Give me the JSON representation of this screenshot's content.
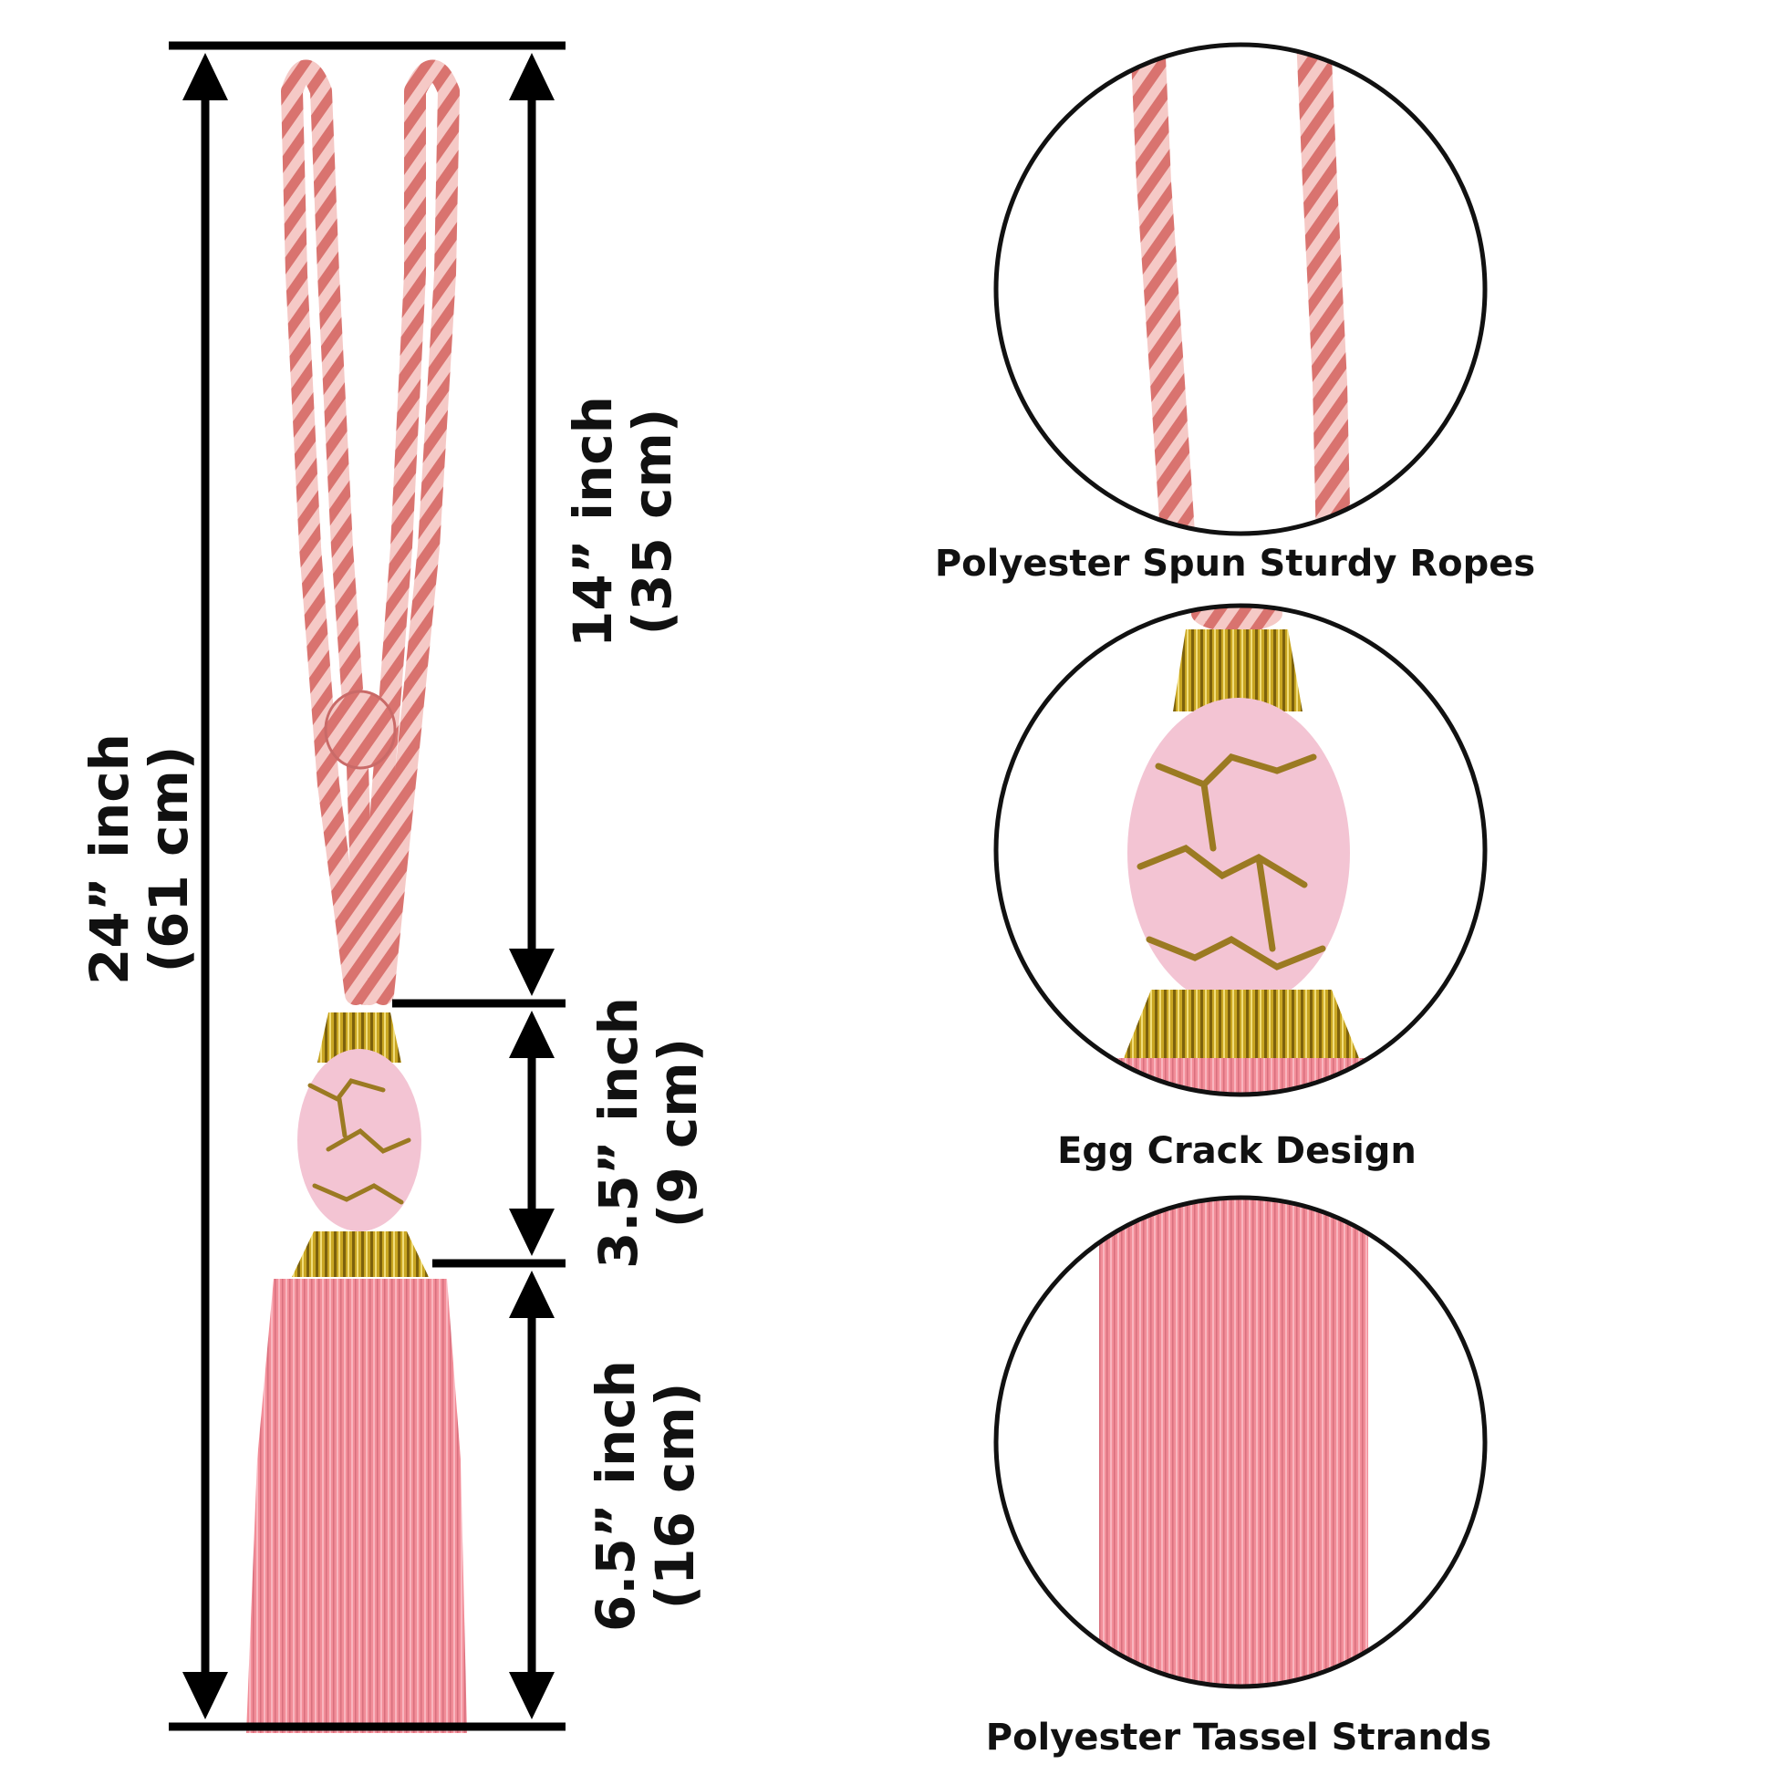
{
  "dimensions": {
    "total": {
      "line1": "24” inch",
      "line2": "(61 cm)"
    },
    "rope": {
      "line1": "14” inch",
      "line2": "(35 cm)"
    },
    "head": {
      "line1": "3.5” inch",
      "line2": "(9 cm)"
    },
    "tassel": {
      "line1": "6.5” inch",
      "line2": "(16 cm)"
    }
  },
  "captions": {
    "rope": "Polyester Spun Sturdy Ropes",
    "egg": "Egg Crack Design",
    "tassel": "Polyester Tassel Strands"
  },
  "colors": {
    "rope_pink": "#e89391",
    "tassel_pink": "#f08c97",
    "egg_pink": "#f3c4d3",
    "gold": "#b08d14"
  }
}
